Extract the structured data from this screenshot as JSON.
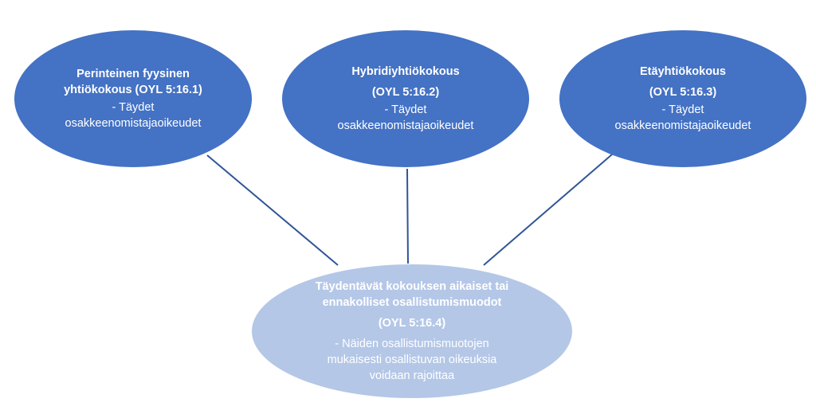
{
  "nodes": {
    "traditional": {
      "title_line1": "Perinteinen fyysinen",
      "title_line2": "yhtiökokous (OYL 5:16.1)",
      "desc_line1": "- Täydet",
      "desc_line2": "osakkeenomistajaoikeudet"
    },
    "hybrid": {
      "title": "Hybridiyhtiökokous",
      "ref": "(OYL 5:16.2)",
      "desc_line1": "- Täydet",
      "desc_line2": "osakkeenomistajaoikeudet"
    },
    "remote": {
      "title": "Etäyhtiökokous",
      "ref": "(OYL 5:16.3)",
      "desc_line1": "- Täydet",
      "desc_line2": "osakkeenomistajaoikeudet"
    },
    "supplementary": {
      "title_line1": "Täydentävät kokouksen aikaiset tai",
      "title_line2": "ennakolliset osallistumismuodot",
      "ref": "(OYL 5:16.4)",
      "desc_line1": "- Näiden osallistumismuotojen",
      "desc_line2": "mukaisesti osallistuvan oikeuksia",
      "desc_line3": "voidaan rajoittaa"
    }
  },
  "colors": {
    "top_fill": "#4472c4",
    "bottom_fill": "#b4c7e7",
    "connector": "#2f5597",
    "text": "#ffffff"
  }
}
